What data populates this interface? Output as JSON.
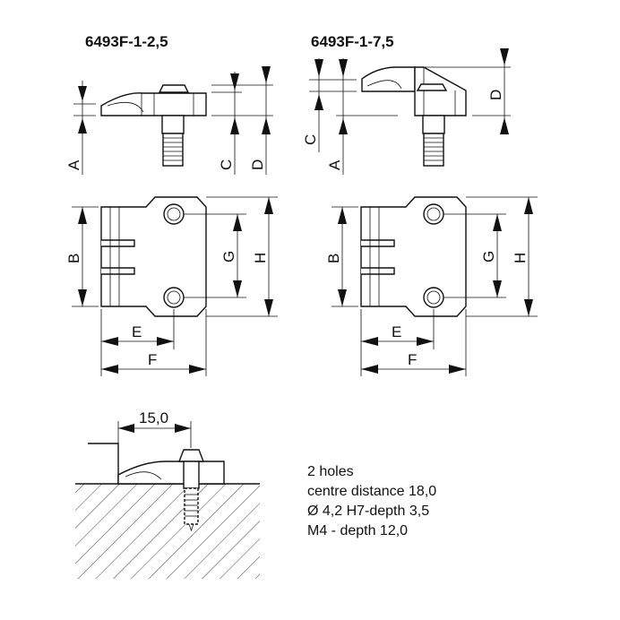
{
  "titles": {
    "left": "6493F-1-2,5",
    "right": "6493F-1-7,5"
  },
  "dimension_labels": {
    "A": "A",
    "B": "B",
    "C": "C",
    "D": "D",
    "E": "E",
    "F": "F",
    "G": "G",
    "H": "H"
  },
  "install_dimension": "15,0",
  "notes": [
    "2 holes",
    "centre distance 18,0",
    "Ø 4,2 H7-depth 3,5",
    "M4 - depth 12,0"
  ]
}
